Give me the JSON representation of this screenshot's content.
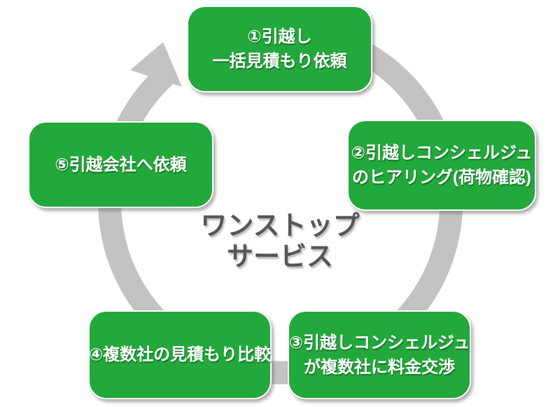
{
  "diagram": {
    "center_title": {
      "line1": "ワンストップ",
      "line2": "サービス"
    },
    "steps": [
      {
        "lines": [
          "①引越し",
          "一括見積もり依頼"
        ]
      },
      {
        "lines": [
          "②引越しコンシェルジュ",
          "のヒアリング(荷物確認)"
        ]
      },
      {
        "lines": [
          "③引越しコンシェルジュ",
          "が複数社に料金交渉"
        ]
      },
      {
        "lines": [
          "④複数社の見積もり比較"
        ]
      },
      {
        "lines": [
          "⑤引越会社へ依頼"
        ]
      }
    ]
  },
  "colors": {
    "box_green": "#22A83B",
    "box_text": "#FFFFFF",
    "arrow_gray": "#C3C3C3",
    "center_text": "#565656",
    "bg_white": "#FFFFFF"
  }
}
